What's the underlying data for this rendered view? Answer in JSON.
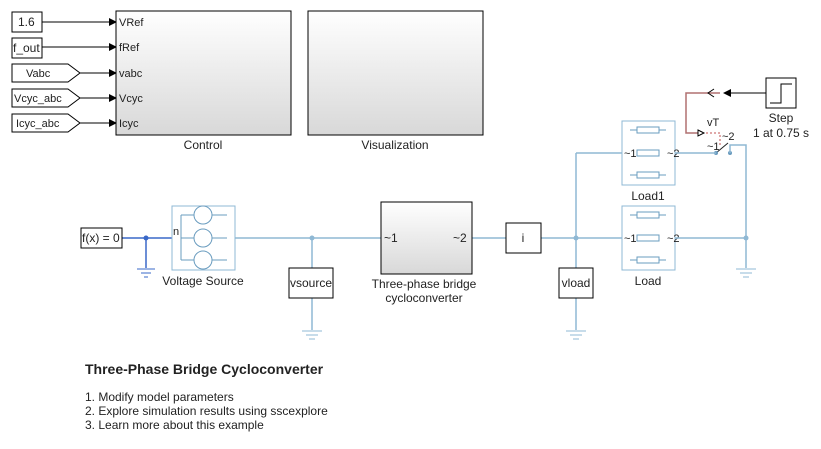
{
  "diagram": {
    "inports": [
      {
        "label": "1.6",
        "type": "constant"
      },
      {
        "label": "f_out",
        "type": "constant"
      },
      {
        "label": "Vabc",
        "type": "from"
      },
      {
        "label": "Vcyc_abc",
        "type": "from"
      },
      {
        "label": "Icyc_abc",
        "type": "from"
      }
    ],
    "control": {
      "name": "Control",
      "ports": [
        "VRef",
        "fRef",
        "vabc",
        "Vcyc",
        "Icyc"
      ]
    },
    "visualization": {
      "name": "Visualization"
    },
    "step": {
      "name": "Step",
      "subtitle": "1 at 0.75 s"
    },
    "switch": {
      "control_label": "vT",
      "port1": "~1",
      "port2": "~2"
    },
    "load1": {
      "name": "Load1",
      "port1": "~1",
      "port2": "~2"
    },
    "load": {
      "name": "Load",
      "port1": "~1",
      "port2": "~2"
    },
    "fx_block": {
      "label": "f(x) = 0"
    },
    "voltage_source": {
      "name": "Voltage Source",
      "port_n": "n",
      "port_out": "~"
    },
    "vsource": {
      "label": "vsource"
    },
    "cycloconverter": {
      "name_line1": "Three-phase bridge",
      "name_line2": "cycloconverter",
      "port1": "~1",
      "port2": "~2"
    },
    "current_sensor": {
      "label": "i"
    },
    "vload": {
      "label": "vload"
    },
    "ground_tilde": "~"
  },
  "description": {
    "title": "Three-Phase Bridge Cycloconverter",
    "items": [
      "1. Modify model parameters",
      "2. Explore simulation results using sscexplore",
      "3. Learn more about this example"
    ]
  }
}
